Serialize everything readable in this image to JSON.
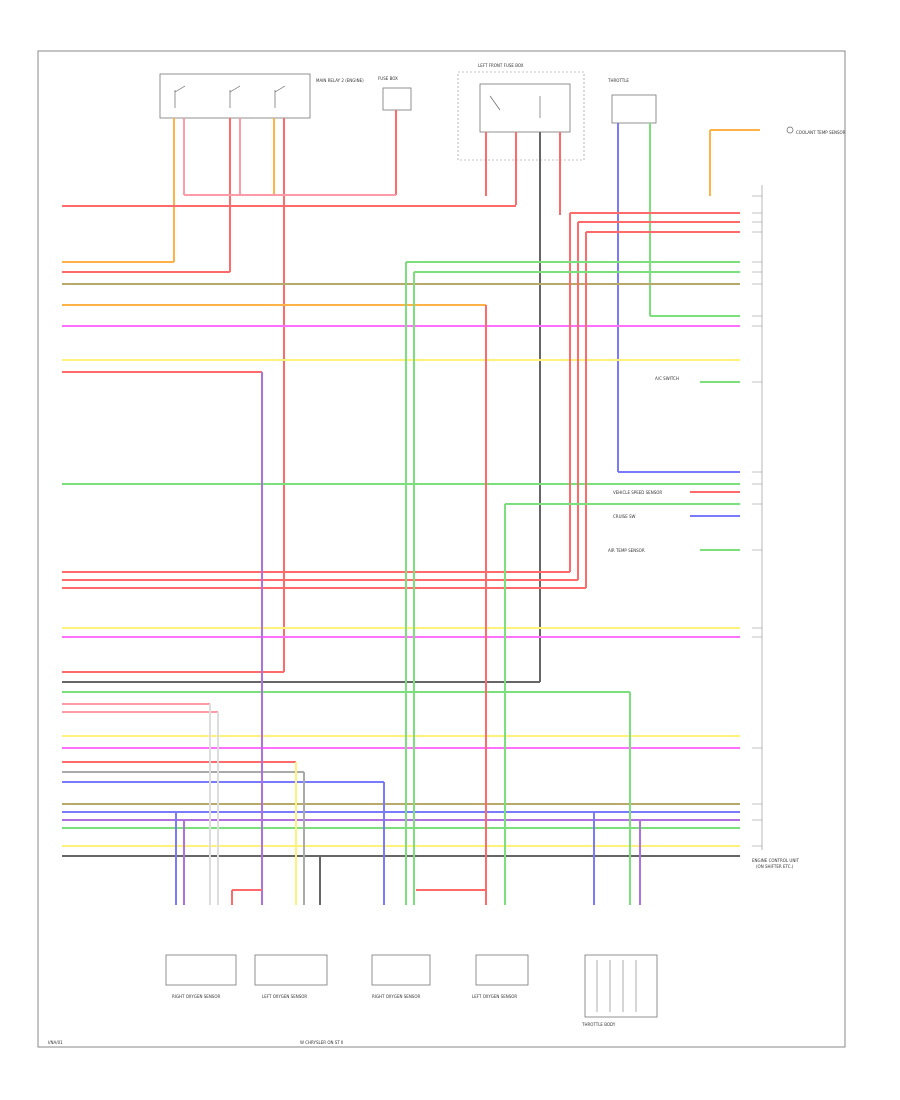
{
  "diagram": {
    "footer_left": "I/NA/01",
    "footer_center": "W CHRYSLER ON ST II",
    "ecu_title_line1": "ENGINE CONTROL UNIT",
    "ecu_title_line2": "(ON SHIFTER ETC.)",
    "top_components": [
      {
        "id": "relays",
        "label": "MAIN RELAY 2 (ENGINE)"
      },
      {
        "id": "fuse",
        "label": "FUSE BOX"
      },
      {
        "id": "ignition",
        "label": "LEFT FRONT FUSE BOX"
      },
      {
        "id": "throttle",
        "label": "THROTTLE"
      },
      {
        "id": "coolant",
        "label": "COOLANT TEMP SENSOR"
      }
    ],
    "right_side": [
      {
        "id": "a",
        "label": "A/C SWITCH"
      },
      {
        "id": "b",
        "label": "VEHICLE SPEED SENSOR"
      },
      {
        "id": "c",
        "label": "CRUISE SW"
      },
      {
        "id": "d",
        "label": "AIR TEMP SENSOR"
      }
    ],
    "bottom_components": [
      {
        "id": "b1",
        "label": "RIGHT OXYGEN SENSOR"
      },
      {
        "id": "b2",
        "label": "LEFT OXYGEN SENSOR"
      },
      {
        "id": "b3",
        "label": "RIGHT OXYGEN SENSOR"
      },
      {
        "id": "b4",
        "label": "LEFT OXYGEN SENSOR"
      },
      {
        "id": "b5",
        "label": "THROTTLE BODY"
      }
    ],
    "colors": {
      "red": "#ff6b6b",
      "pink": "#ff9aa8",
      "orange": "#ffb347",
      "olive": "#b6a96a",
      "yellow": "#fff27a",
      "green": "#7be07b",
      "blue": "#7a7aff",
      "violet": "#b070e0",
      "magenta": "#ff70ff",
      "gray": "#888888",
      "black": "#444444",
      "lightblue": "#9ad0ff"
    }
  }
}
